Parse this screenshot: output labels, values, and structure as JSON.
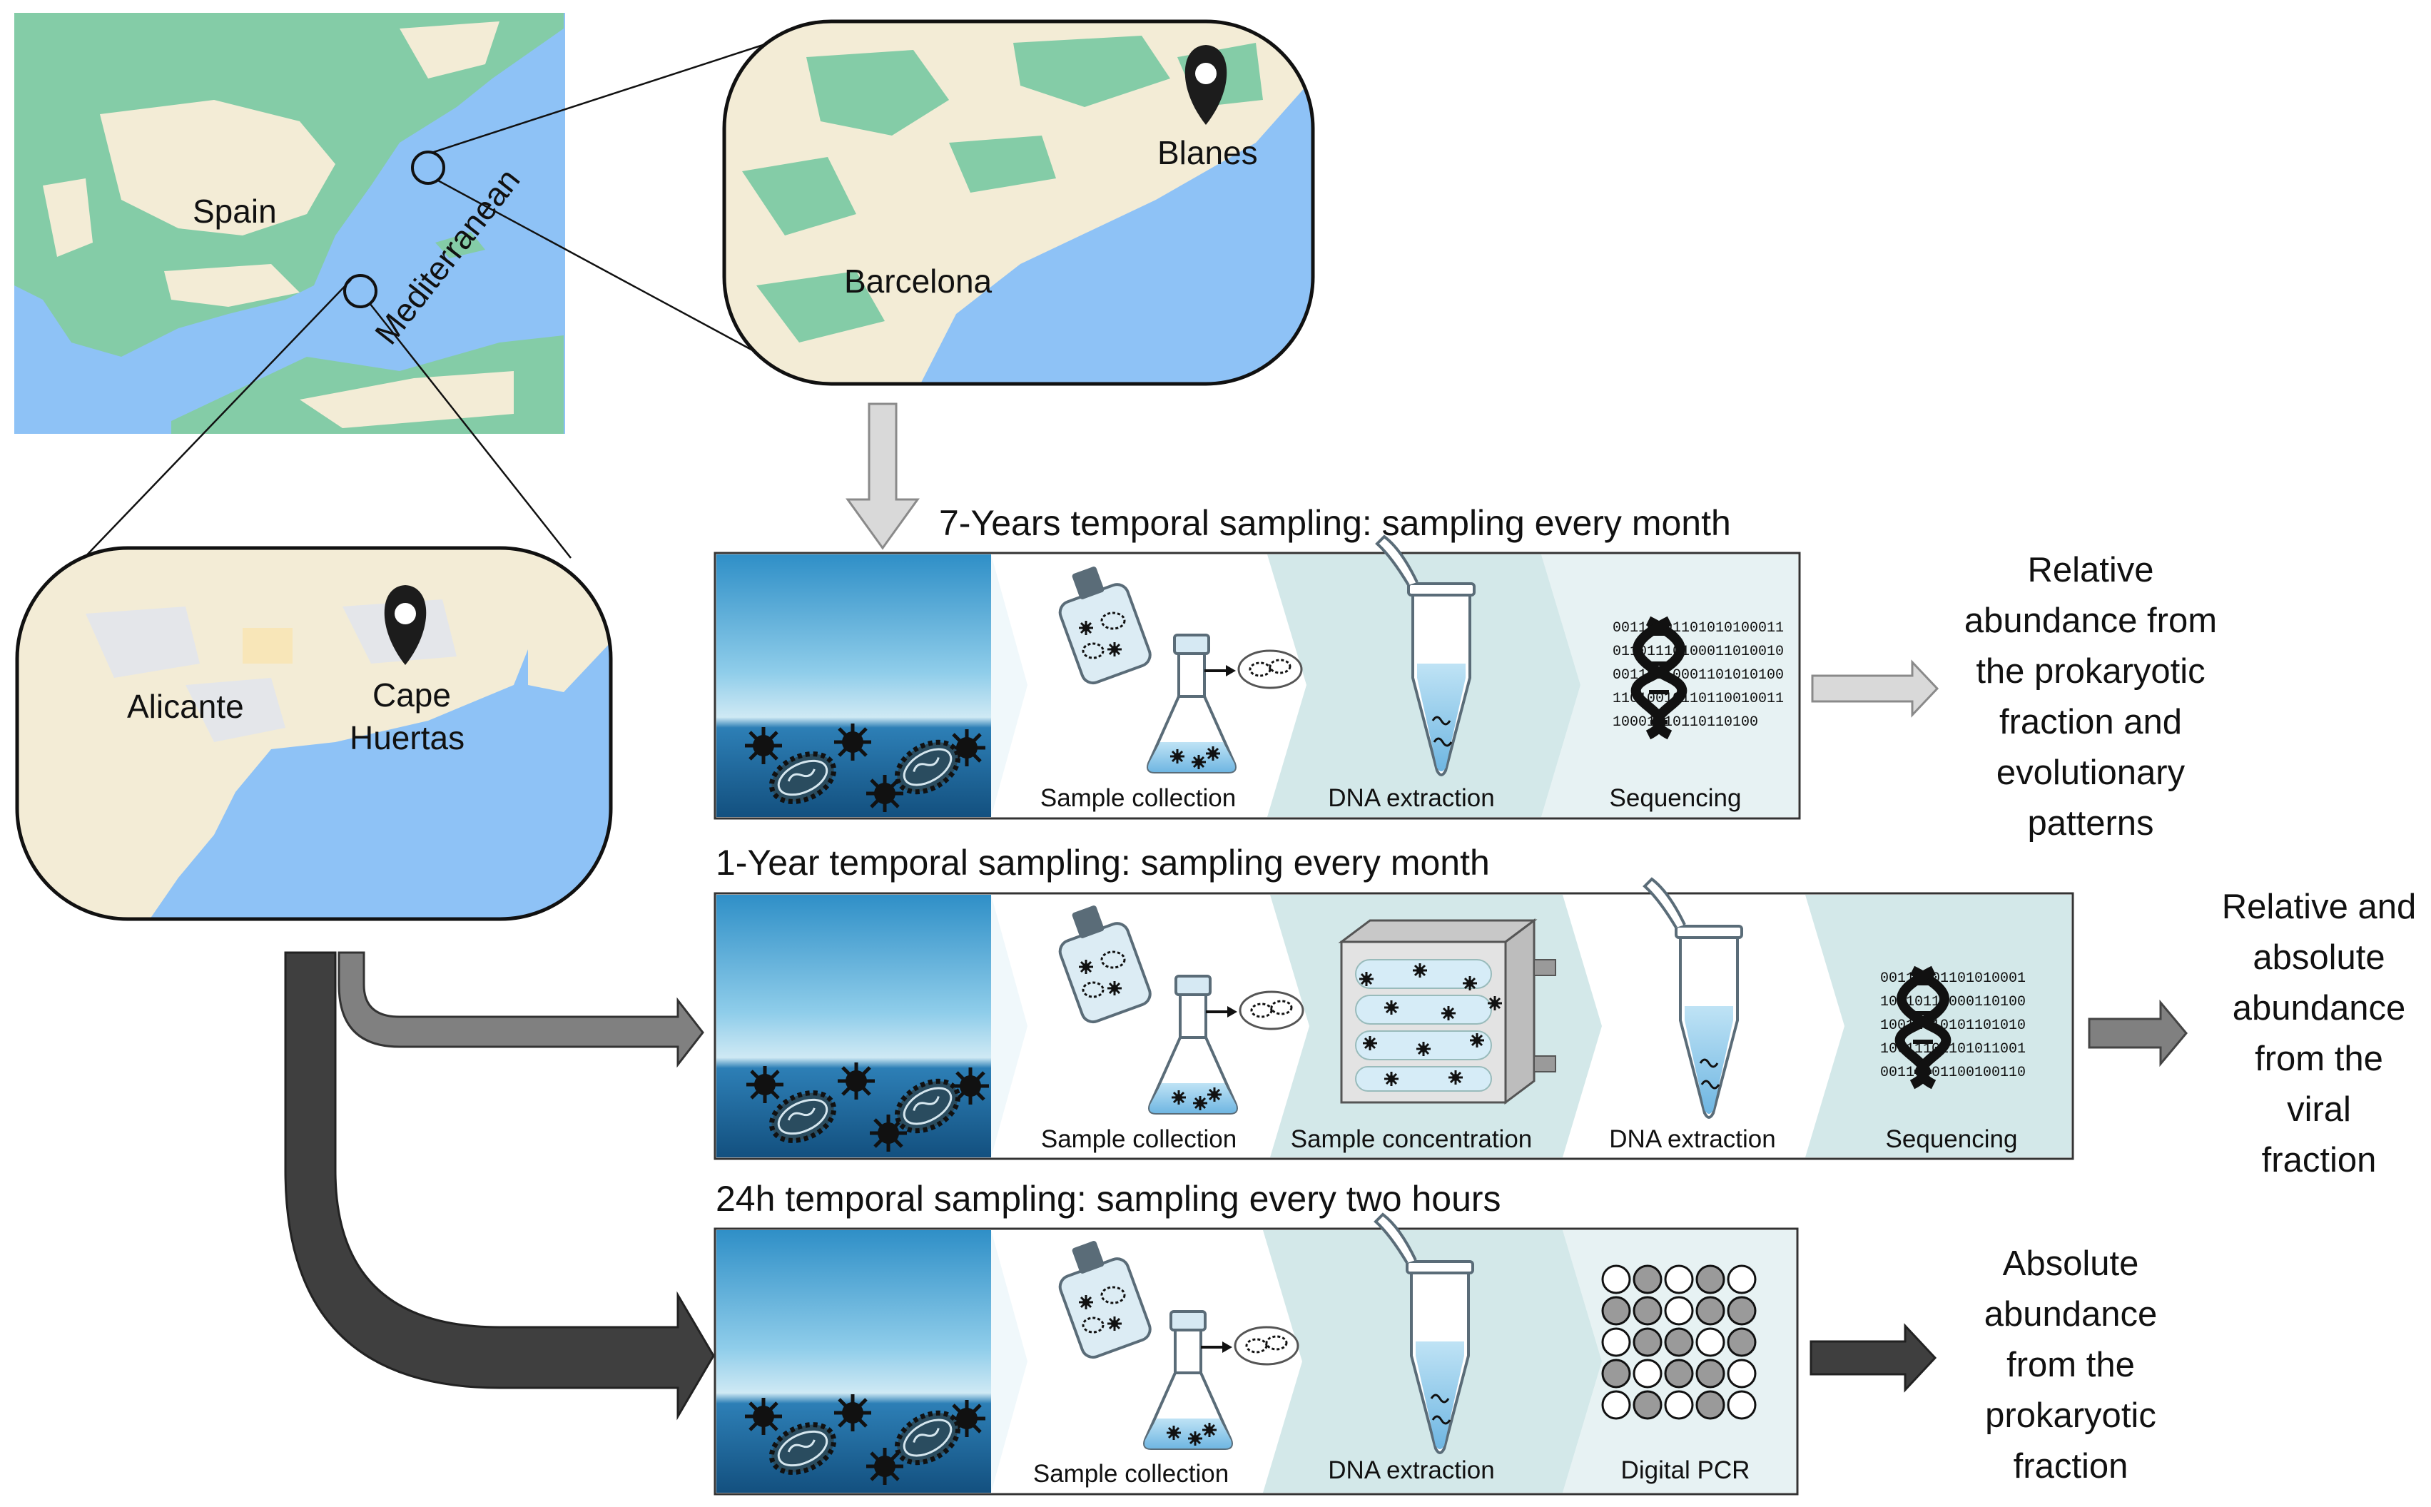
{
  "map": {
    "spain": "Spain",
    "sea": "Mediterranean",
    "barcelona": "Barcelona",
    "blanes": "Blanes",
    "alicante": "Alicante",
    "cape_line1": "Cape",
    "cape_line2": "Huertas"
  },
  "rows": [
    {
      "title": "7-Years temporal sampling: sampling every month",
      "steps": [
        "Sample collection",
        "DNA extraction",
        "Sequencing"
      ],
      "outcome": [
        "Relative",
        "abundance from",
        "the prokaryotic",
        "fraction and",
        "evolutionary",
        "patterns"
      ],
      "binary": [
        "00110001101010100011",
        "01101110100011010010",
        "00110110001101010100",
        "11010010110110010011",
        "10001010110110100"
      ]
    },
    {
      "title": "1-Year temporal sampling: sampling every month",
      "steps": [
        "Sample collection",
        "Sample concentration",
        "DNA extraction",
        "Sequencing"
      ],
      "outcome": [
        "Relative and",
        "absolute",
        "abundance",
        "from the",
        "viral",
        "fraction"
      ],
      "binary": [
        "00110001101010001",
        "10110111000110100",
        "10011010101101010",
        "10011101101011001",
        "00110001100100110"
      ]
    },
    {
      "title": "24h temporal sampling: sampling every two hours",
      "steps": [
        "Sample collection",
        "DNA extraction",
        "Digital PCR"
      ],
      "outcome": [
        "Absolute",
        "abundance",
        "from the",
        "prokaryotic",
        "fraction"
      ]
    }
  ],
  "colors": {
    "sea": "#8ec2f6",
    "land_green": "#84cca7",
    "land_cream": "#f3ecd6",
    "panel_band": "#d3e8e9",
    "arrow_light": "#d9d9d9",
    "arrow_mid": "#808080",
    "arrow_dark": "#3f3f3f"
  }
}
